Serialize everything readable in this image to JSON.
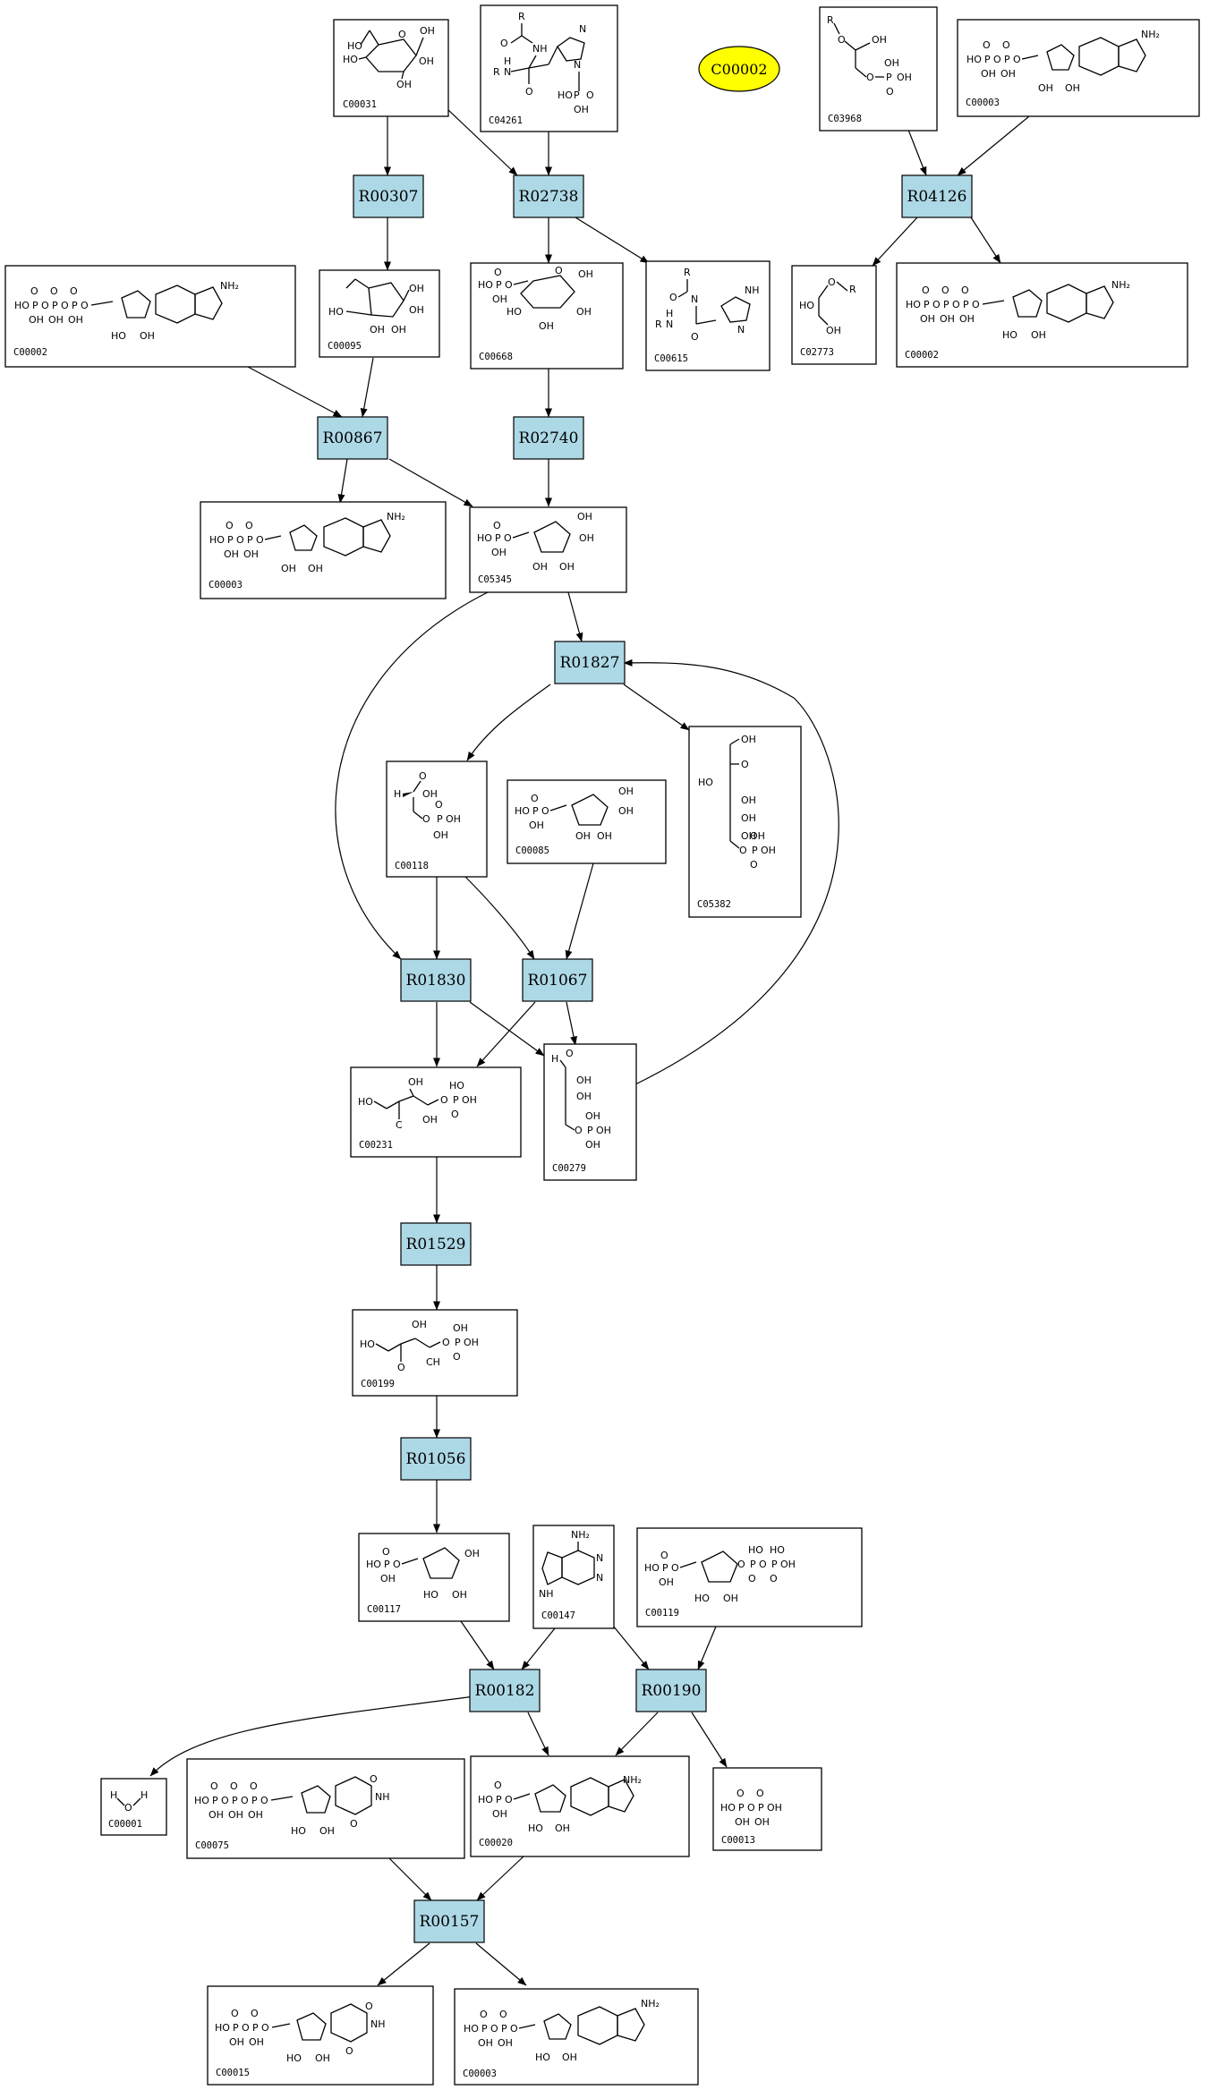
{
  "pathway": {
    "highlight": {
      "id": "C00002",
      "color": "#ffff00"
    },
    "colors": {
      "reaction_fill": "#add8e6",
      "compound_fill": "#ffffff",
      "edge": "#000000"
    },
    "compounds": [
      {
        "id": "C00031"
      },
      {
        "id": "C04261"
      },
      {
        "id": "C03968"
      },
      {
        "id": "C00003"
      },
      {
        "id": "C00095"
      },
      {
        "id": "C00002"
      },
      {
        "id": "C00668"
      },
      {
        "id": "C00615"
      },
      {
        "id": "C02773"
      },
      {
        "id": "C00002"
      },
      {
        "id": "C00003"
      },
      {
        "id": "C05345"
      },
      {
        "id": "C00118"
      },
      {
        "id": "C00085"
      },
      {
        "id": "C05382"
      },
      {
        "id": "C00231"
      },
      {
        "id": "C00279"
      },
      {
        "id": "C00199"
      },
      {
        "id": "C00117"
      },
      {
        "id": "C00147"
      },
      {
        "id": "C00119"
      },
      {
        "id": "C00001"
      },
      {
        "id": "C00075"
      },
      {
        "id": "C00020"
      },
      {
        "id": "C00013"
      },
      {
        "id": "C00015"
      },
      {
        "id": "C00003"
      }
    ],
    "reactions": [
      {
        "id": "R00307"
      },
      {
        "id": "R02738"
      },
      {
        "id": "R04126"
      },
      {
        "id": "R00867"
      },
      {
        "id": "R02740"
      },
      {
        "id": "R01827"
      },
      {
        "id": "R01830"
      },
      {
        "id": "R01067"
      },
      {
        "id": "R01529"
      },
      {
        "id": "R01056"
      },
      {
        "id": "R00182"
      },
      {
        "id": "R00190"
      },
      {
        "id": "R00157"
      }
    ]
  }
}
